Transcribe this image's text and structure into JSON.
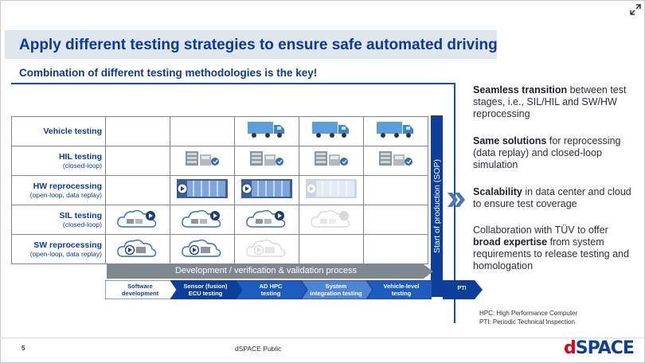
{
  "slide": {
    "title": "Apply different testing strategies to ensure safe automated driving",
    "subtitle": "Combination of different testing methodologies is the key!"
  },
  "matrix": {
    "rows": [
      {
        "label": "Vehicle testing",
        "sub": "",
        "cells": [
          "",
          "",
          "truck",
          "truck",
          "truck"
        ]
      },
      {
        "label": "HIL testing",
        "sub": "(closed-loop)",
        "cells": [
          "",
          "hil-rack",
          "hil-rack",
          "hil-rack",
          "hil-rack"
        ]
      },
      {
        "label": "HW reprocessing",
        "sub": "(open-loop, data replay)",
        "cells": [
          "",
          "replay-server",
          "replay-server",
          "replay-server-faded",
          ""
        ]
      },
      {
        "label": "SIL testing",
        "sub": "(closed-loop)",
        "cells": [
          "cloud-sil",
          "cloud-sil",
          "cloud-sil",
          "cloud-sil-faded",
          ""
        ]
      },
      {
        "label": "SW reprocessing",
        "sub": "(open-loop, data replay)",
        "cells": [
          "cloud-replay",
          "cloud-replay",
          "cloud-replay-faded",
          "",
          ""
        ]
      }
    ]
  },
  "sop_label": "Start of production (SOP)",
  "process_label": "Development / verification & validation process",
  "stages": [
    {
      "line1": "Software",
      "line2": "development"
    },
    {
      "line1": "Sensor (fusion)",
      "line2": "ECU testing"
    },
    {
      "line1": "AD HPC",
      "line2": "testing"
    },
    {
      "line1": "System",
      "line2": "integration testing"
    },
    {
      "line1": "Vehicle-level",
      "line2": "testing"
    }
  ],
  "pti_label": "PTI",
  "bullets": [
    {
      "bold": "Seamless transition",
      "rest": " between test stages, i.e., SIL/HIL and SW/HW reprocessing"
    },
    {
      "bold": "Same solutions",
      "rest": " for reprocessing (data replay) and closed-loop simulation"
    },
    {
      "bold": "Scalability",
      "rest": " in data center and cloud to ensure test coverage"
    },
    {
      "pre": "Collaboration with TÜV to offer ",
      "bold": "broad expertise",
      "rest": " from system requirements to release testing and homologation"
    }
  ],
  "notes": {
    "hpc": "HPC: High Performance Computer",
    "pti": "PTI: Periodic Technical Inspection"
  },
  "footer": {
    "page": "5",
    "classification": "dSPACE Public",
    "logo_d": "d",
    "logo_rest": "SPACE"
  },
  "colors": {
    "brand_blue": "#0c3f9c",
    "title_blue": "#0a3a9a",
    "logo_red": "#e2001a",
    "process_gray": "#7f8790"
  }
}
